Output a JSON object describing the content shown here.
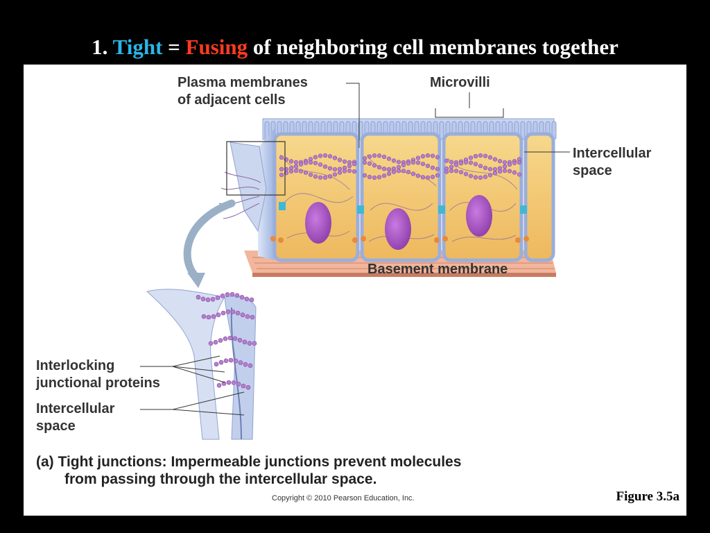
{
  "title": {
    "number": "1.",
    "term": "Tight",
    "equals": "=",
    "verb": "Fusing",
    "rest": "of neighboring cell membranes together"
  },
  "labels": {
    "plasma_membranes": "Plasma membranes\nof adjacent cells",
    "microvilli": "Microvilli",
    "intercellular_space_top": "Intercellular\nspace",
    "basement_membrane": "Basement membrane",
    "interlocking_proteins": "Interlocking\njunctional proteins",
    "intercellular_space_bottom": "Intercellular\nspace"
  },
  "caption": {
    "prefix": "(a)",
    "heading": "Tight junctions:",
    "line1": "Impermeable junctions prevent molecules",
    "line2": "from passing through the intercellular space."
  },
  "copyright": "Copyright © 2010 Pearson Education, Inc.",
  "figure_ref": "Figure 3.5a",
  "colors": {
    "title_highlight_term": "#29b6e8",
    "title_highlight_verb": "#ff3b1f",
    "cell_cytoplasm": "#f4c978",
    "membrane": "#aebfe6",
    "nucleus": "#a24bbd",
    "basement": "#e7a58a"
  }
}
